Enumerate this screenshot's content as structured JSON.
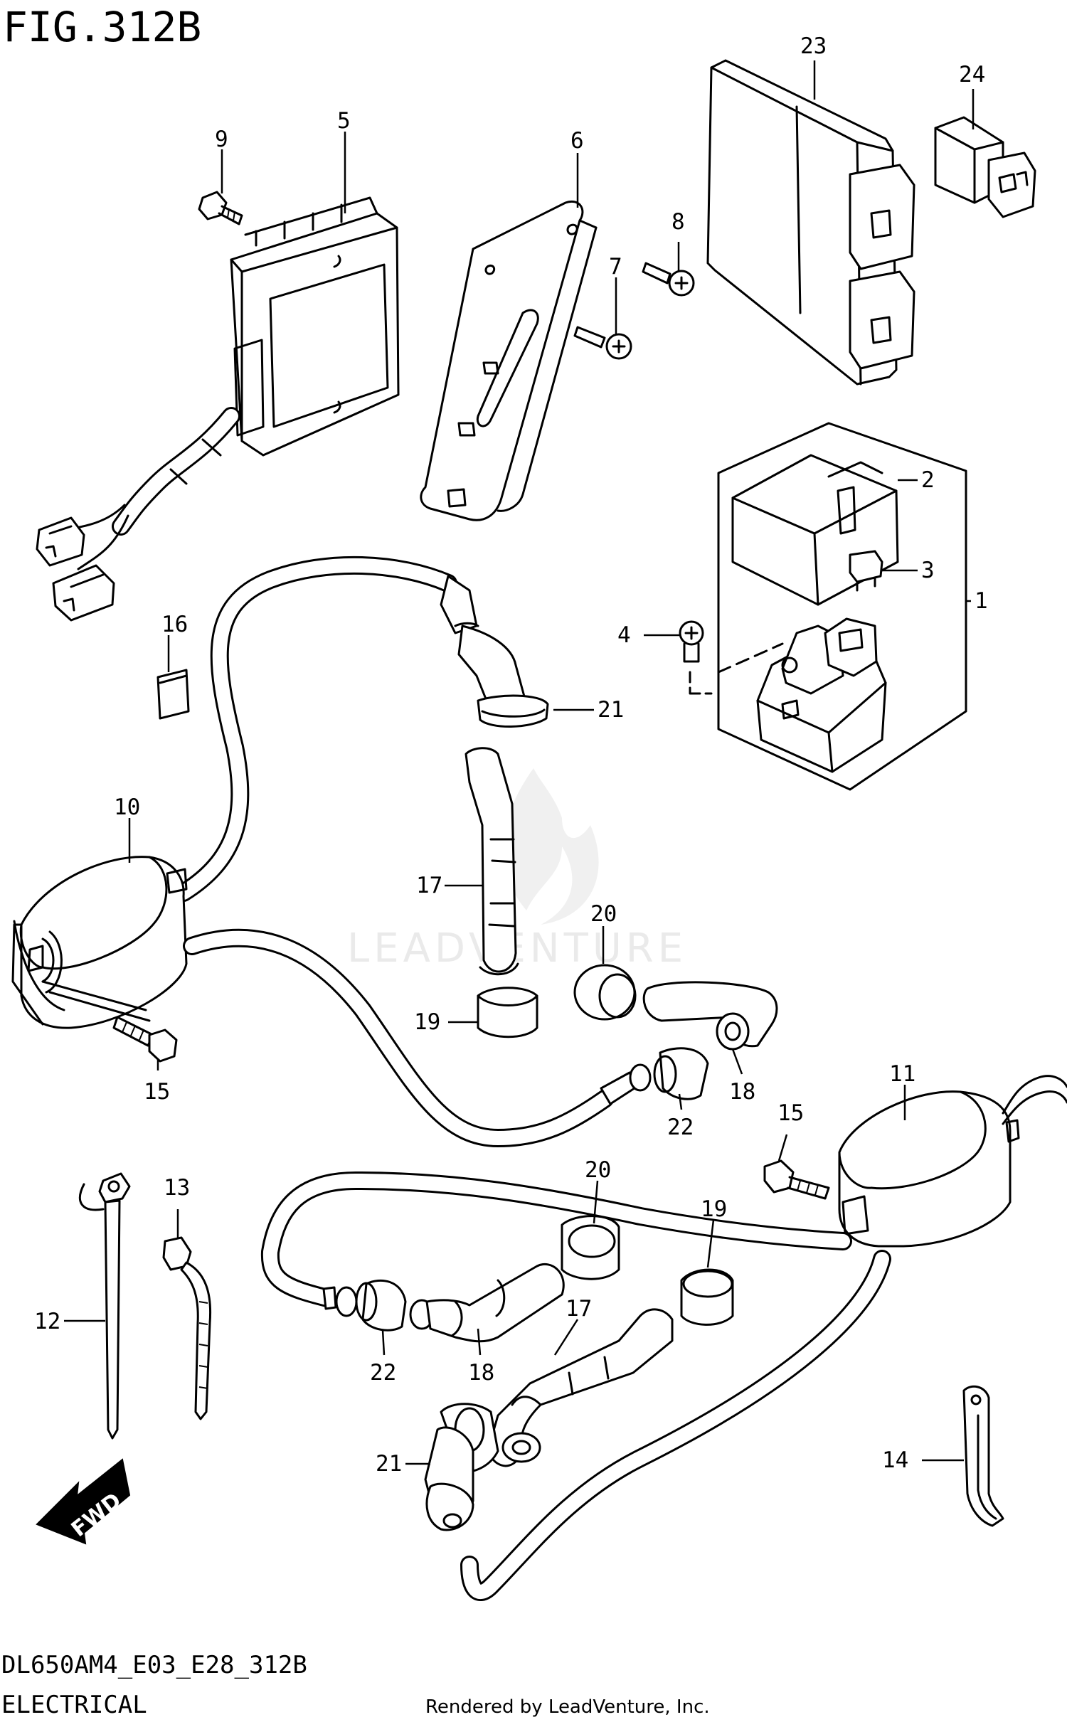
{
  "header": {
    "figure_title": "FIG.312B"
  },
  "footer": {
    "diagram_code": "DL650AM4_E03_E28_312B",
    "section_name": "ELECTRICAL",
    "credit": "Rendered by LeadVenture, Inc."
  },
  "watermark": {
    "text": "LEADVENTURE"
  },
  "fwd_arrow": {
    "label": "FWD"
  },
  "callouts": [
    {
      "id": "c1",
      "label": "1"
    },
    {
      "id": "c2",
      "label": "2"
    },
    {
      "id": "c3",
      "label": "3"
    },
    {
      "id": "c4",
      "label": "4"
    },
    {
      "id": "c5",
      "label": "5"
    },
    {
      "id": "c6",
      "label": "6"
    },
    {
      "id": "c7",
      "label": "7"
    },
    {
      "id": "c8",
      "label": "8"
    },
    {
      "id": "c9",
      "label": "9"
    },
    {
      "id": "c10",
      "label": "10"
    },
    {
      "id": "c11",
      "label": "11"
    },
    {
      "id": "c12",
      "label": "12"
    },
    {
      "id": "c13",
      "label": "13"
    },
    {
      "id": "c14",
      "label": "14"
    },
    {
      "id": "c15a",
      "label": "15"
    },
    {
      "id": "c15b",
      "label": "15"
    },
    {
      "id": "c16",
      "label": "16"
    },
    {
      "id": "c17a",
      "label": "17"
    },
    {
      "id": "c17b",
      "label": "17"
    },
    {
      "id": "c18a",
      "label": "18"
    },
    {
      "id": "c18b",
      "label": "18"
    },
    {
      "id": "c19a",
      "label": "19"
    },
    {
      "id": "c19b",
      "label": "19"
    },
    {
      "id": "c20a",
      "label": "20"
    },
    {
      "id": "c20b",
      "label": "20"
    },
    {
      "id": "c21a",
      "label": "21"
    },
    {
      "id": "c21b",
      "label": "21"
    },
    {
      "id": "c22a",
      "label": "22"
    },
    {
      "id": "c22b",
      "label": "22"
    },
    {
      "id": "c23",
      "label": "23"
    },
    {
      "id": "c24",
      "label": "24"
    }
  ]
}
